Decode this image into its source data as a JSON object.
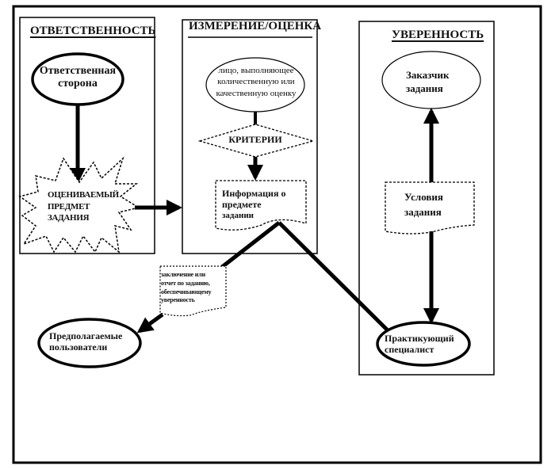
{
  "diagram": {
    "type": "flowchart",
    "colors": {
      "ink": "#000000",
      "background": "#ffffff"
    },
    "columns": [
      {
        "id": "responsibility",
        "title": "ОТВЕТСТВЕННОСТЬ"
      },
      {
        "id": "measurement",
        "title": "ИЗМЕРЕНИЕ/ОЦЕНКА"
      },
      {
        "id": "assurance",
        "title": "УВЕРЕННОСТЬ"
      }
    ],
    "nodes": {
      "responsible_party": {
        "shape": "ellipse",
        "line1": "Ответственная",
        "line2": "сторона"
      },
      "subject_matter": {
        "shape": "starburst",
        "line1": "ОЦЕНИВАЕМЫЙ",
        "line2": "ПРЕДМЕТ",
        "line3": "ЗАДАНИЯ"
      },
      "evaluator": {
        "shape": "ellipse",
        "line1": "лицо, выполняющее",
        "line2": "количественную или",
        "line3": "качественную оценку"
      },
      "criteria": {
        "shape": "diamond",
        "text": "КРИТЕРИИ"
      },
      "subject_info": {
        "shape": "document",
        "line1": "Информация о",
        "line2": "предмете",
        "line3": "задании"
      },
      "engaging_party": {
        "shape": "ellipse",
        "line1": "Заказчик",
        "line2": "задания"
      },
      "engagement_terms": {
        "shape": "document",
        "line1": "Условия",
        "line2": "задания"
      },
      "practitioner": {
        "shape": "ellipse",
        "line1": "Практикующий",
        "line2": "специалист"
      },
      "assurance_report": {
        "shape": "document",
        "line1": "заключение или",
        "line2": "отчет по заданию,",
        "line3": "обеспечивающему",
        "line4": "уверенность"
      },
      "intended_users": {
        "shape": "ellipse",
        "line1": "Предполагаемые",
        "line2": "пользователи"
      }
    },
    "edges": [
      {
        "from": "responsible_party",
        "to": "subject_matter",
        "arrow": true
      },
      {
        "from": "subject_matter",
        "to": "measurement",
        "arrow": true
      },
      {
        "from": "evaluator",
        "to": "criteria",
        "arrow": false
      },
      {
        "from": "criteria",
        "to": "subject_info",
        "arrow": true
      },
      {
        "from": "subject_info",
        "to": "practitioner",
        "arrow": false
      },
      {
        "from": "subject_info",
        "to": "assurance_report",
        "arrow": false
      },
      {
        "from": "assurance_report",
        "to": "intended_users",
        "arrow": true
      },
      {
        "from": "engagement_terms",
        "to": "engaging_party",
        "arrow": true
      },
      {
        "from": "engagement_terms",
        "to": "practitioner",
        "arrow": true
      }
    ]
  }
}
